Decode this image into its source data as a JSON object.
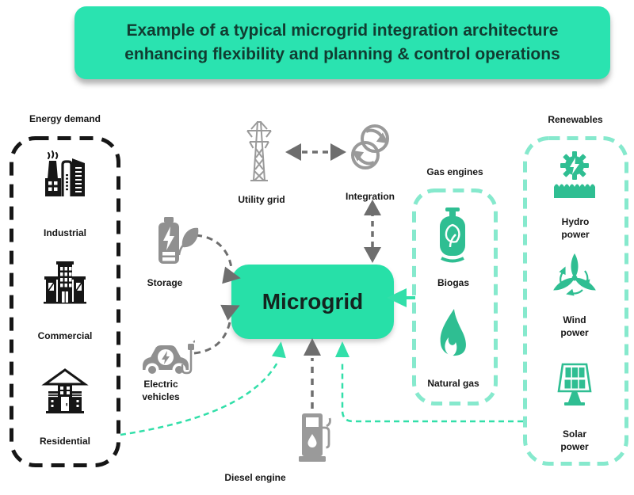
{
  "banner": {
    "line1": "Example of a typical microgrid integration architecture",
    "line2": "enhancing flexibility and planning & control operations"
  },
  "microgrid": {
    "label": "Microgrid"
  },
  "groups": {
    "energy_demand": {
      "label": "Energy demand"
    },
    "gas_engines": {
      "label": "Gas engines"
    },
    "renewables": {
      "label": "Renewables"
    }
  },
  "nodes": {
    "industrial": {
      "label": "Industrial"
    },
    "commercial": {
      "label": "Commercial"
    },
    "residential": {
      "label": "Residential"
    },
    "storage": {
      "label": "Storage"
    },
    "electric_vehicles": {
      "label": "Electric vehicles"
    },
    "utility_grid": {
      "label": "Utility grid"
    },
    "integration": {
      "label": "Integration"
    },
    "biogas": {
      "label": "Biogas"
    },
    "natural_gas": {
      "label": "Natural gas"
    },
    "hydro": {
      "label": "Hydro power"
    },
    "wind": {
      "label": "Wind power"
    },
    "solar": {
      "label": "Solar power"
    },
    "diesel": {
      "label": "Diesel engine"
    }
  },
  "icons": {
    "industrial": "factory-icon",
    "commercial": "commercial-building-icon",
    "residential": "house-icon",
    "storage": "battery-leaf-icon",
    "electric_vehicles": "electric-car-icon",
    "utility_grid": "transmission-tower-icon",
    "integration": "sync-arrows-icon",
    "biogas": "gas-cylinder-leaf-icon",
    "natural_gas": "flame-icon",
    "hydro": "hydro-turbine-icon",
    "wind": "wind-turbine-icon",
    "solar": "solar-panel-icon",
    "diesel": "fuel-pump-icon"
  },
  "connections": [
    {
      "from": "utility_grid",
      "to": "integration",
      "style": "dashed-double-arrow",
      "color": "#6e6e6e"
    },
    {
      "from": "integration",
      "to": "microgrid",
      "style": "dashed-double-arrow",
      "color": "#6e6e6e"
    },
    {
      "from": "storage",
      "to": "microgrid",
      "style": "dashed-curve-arrow",
      "color": "#6e6e6e"
    },
    {
      "from": "electric_vehicles",
      "to": "microgrid",
      "style": "dashed-curve-arrow",
      "color": "#6e6e6e"
    },
    {
      "from": "gas_engines",
      "to": "microgrid",
      "style": "solid-arrow",
      "color": "#32dfa9"
    },
    {
      "from": "diesel",
      "to": "microgrid",
      "style": "dashed-arrow",
      "color": "#6e6e6e"
    },
    {
      "from": "residential",
      "to": "microgrid",
      "style": "dashed-curve-arrow",
      "color": "#32dfa9"
    },
    {
      "from": "renewables",
      "to": "microgrid",
      "style": "dashed-elbow-arrow",
      "color": "#32dfa9"
    }
  ],
  "colors": {
    "banner_bg": "#2ae3b0",
    "microgrid_bg": "#27e0a8",
    "icon_teal": "#2fbe92",
    "box_dash_teal": "#86e9cd",
    "arrow_teal": "#32dfa9",
    "icon_gray": "#909090",
    "arrow_gray": "#6e6e6e",
    "outline_black": "#161616",
    "title_text": "#113c31"
  }
}
